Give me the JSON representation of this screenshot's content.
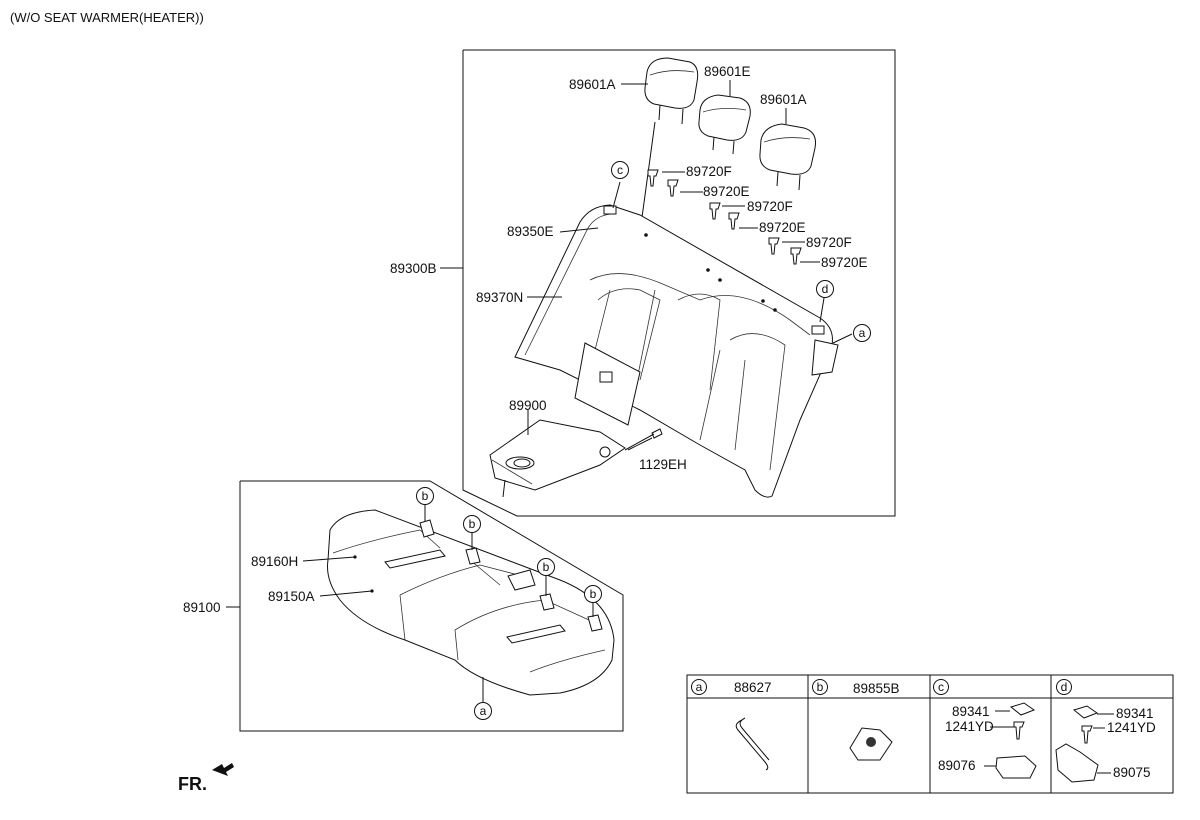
{
  "caption": "(W/O SEAT WARMER(HEATER))",
  "fr_label": "FR.",
  "parts": {
    "headrest_a1": "89601A",
    "headrest_e": "89601E",
    "headrest_a2": "89601A",
    "guide_f1": "89720F",
    "guide_e1": "89720E",
    "guide_f2": "89720F",
    "guide_e2": "89720E",
    "guide_f3": "89720F",
    "guide_e3": "89720E",
    "back_cover_a": "89350E",
    "back_assy": "89300B",
    "back_cover_n": "89370N",
    "armrest": "89900",
    "bolt": "1129EH",
    "cushion_cover": "89160H",
    "cushion_pad": "89150A",
    "cushion_assy": "89100"
  },
  "callouts": {
    "a": "a",
    "b": "b",
    "c": "c",
    "d": "d"
  },
  "legend_table": {
    "cells": [
      {
        "key": "a",
        "part": "88627"
      },
      {
        "key": "b",
        "part": "89855B"
      },
      {
        "key": "c",
        "part": "",
        "items": [
          "89341",
          "1241YD",
          "89076"
        ]
      },
      {
        "key": "d",
        "part": "",
        "items": [
          "89341",
          "1241YD",
          "89075"
        ]
      }
    ]
  }
}
